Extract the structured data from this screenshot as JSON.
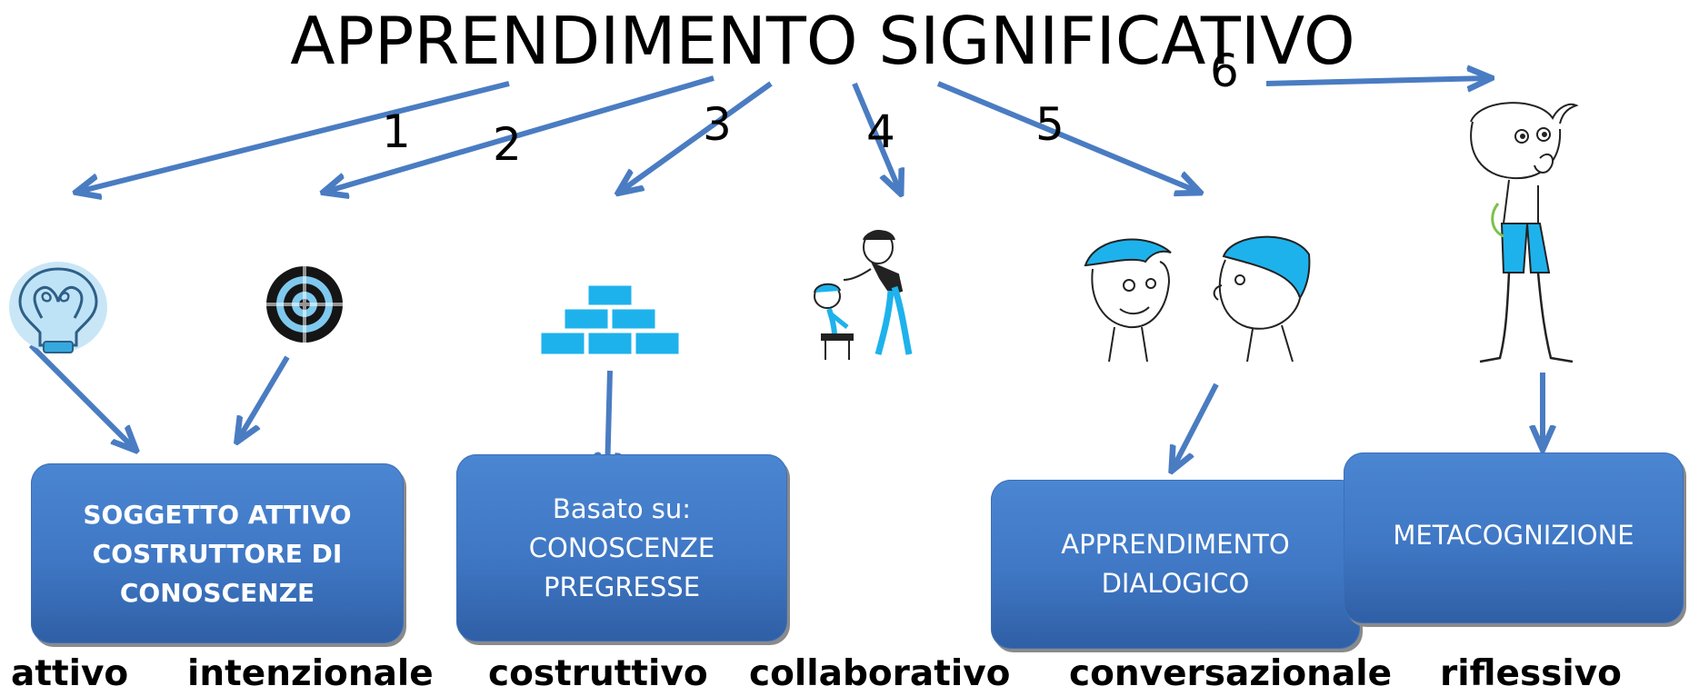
{
  "title": "APPRENDIMENTO SIGNIFICATIVO",
  "numbers": [
    "1",
    "2",
    "3",
    "4",
    "5",
    "6"
  ],
  "boxes": {
    "soggetto": "SOGGETTO ATTIVO\nCOSTRUTTORE DI\nCONOSCENZE",
    "basato": "Basato su:\nCONOSCENZE\nPREGRESSE",
    "dialogico": "APPRENDIMENTO\nDIALOGICO",
    "metacognizione": "METACOGNIZIONE"
  },
  "captions": [
    "attivo",
    "intenzionale",
    "costruttivo",
    "collaborativo",
    "conversazionale",
    "riflessivo"
  ],
  "colors": {
    "arrow": "#4a7cc2",
    "box": "#3f77c4",
    "illustration_blue": "#2ab5ea"
  },
  "icons": [
    "lightbulb-icon",
    "target-icon",
    "bricks-icon",
    "adult-child-icon",
    "two-boys-icon",
    "thinking-boy-icon"
  ]
}
